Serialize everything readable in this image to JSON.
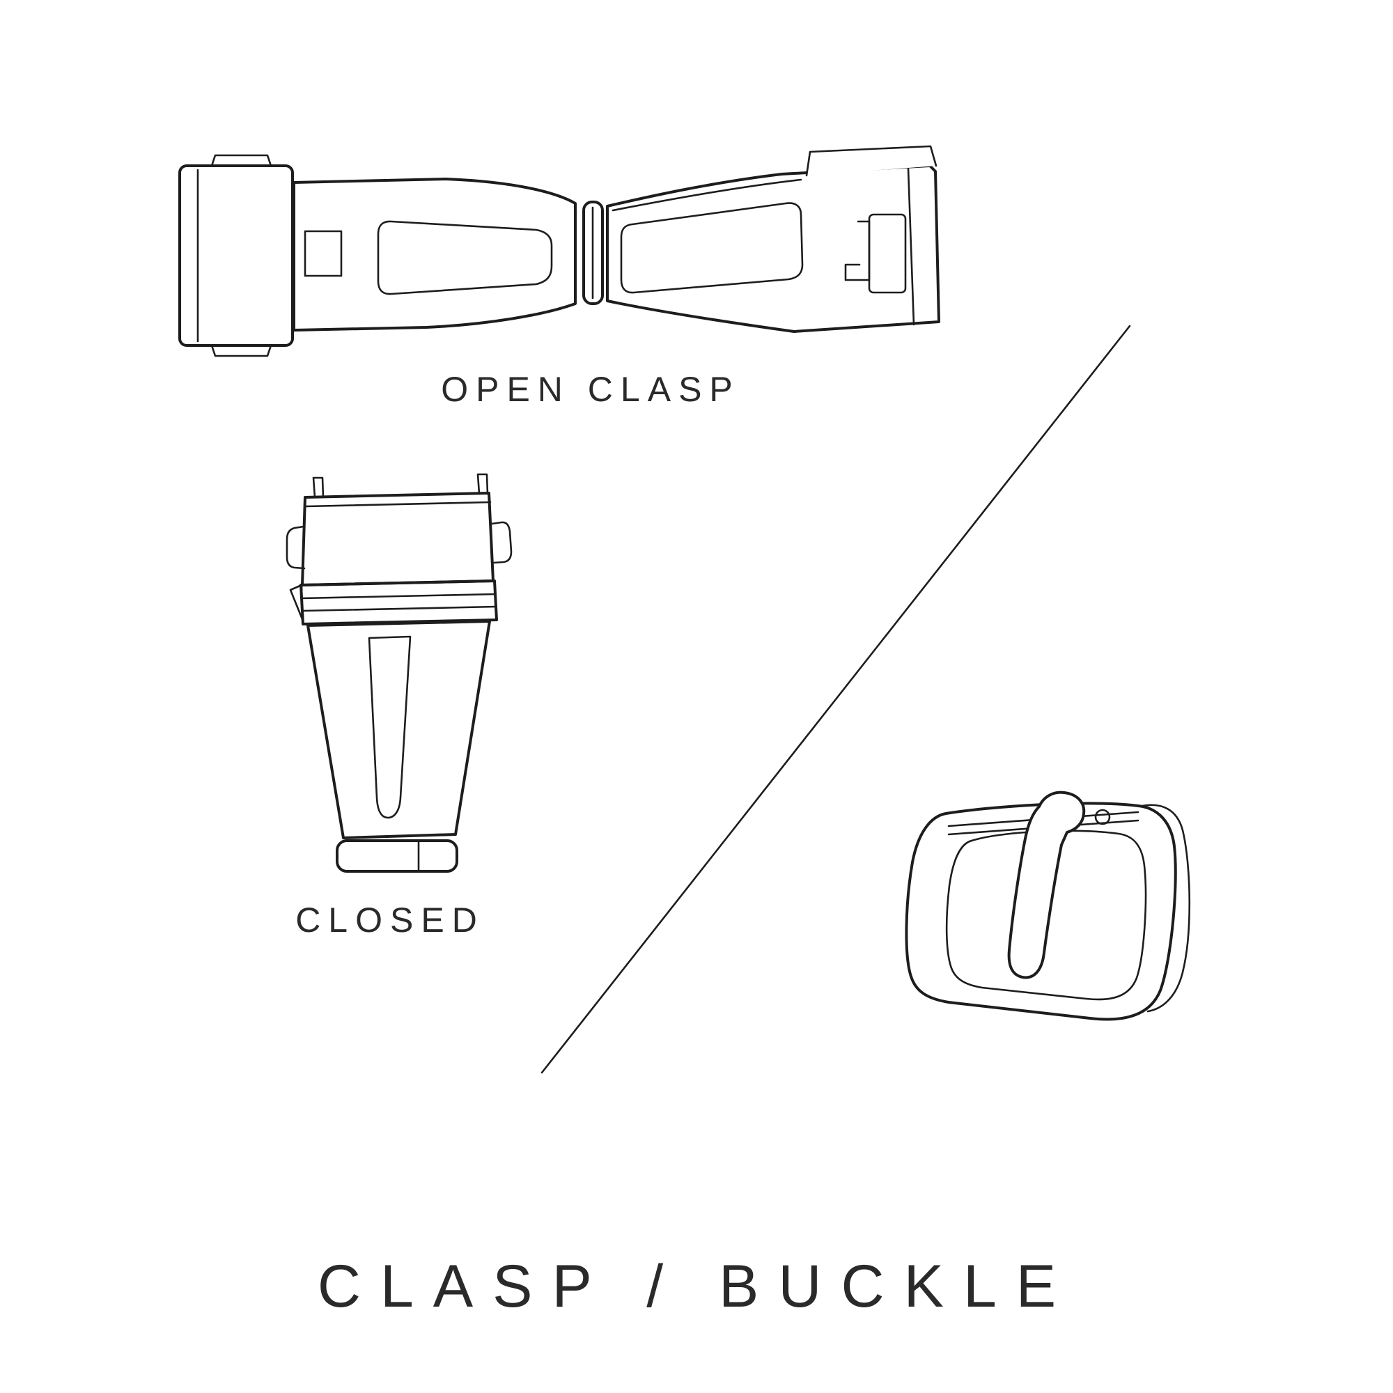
{
  "colors": {
    "background": "#ffffff",
    "line": "#1d1d1d",
    "text": "#2a2a2a"
  },
  "labels": {
    "open_clasp": "OPEN CLASP",
    "closed": "CLOSED"
  },
  "title": "CLASP / BUCKLE"
}
